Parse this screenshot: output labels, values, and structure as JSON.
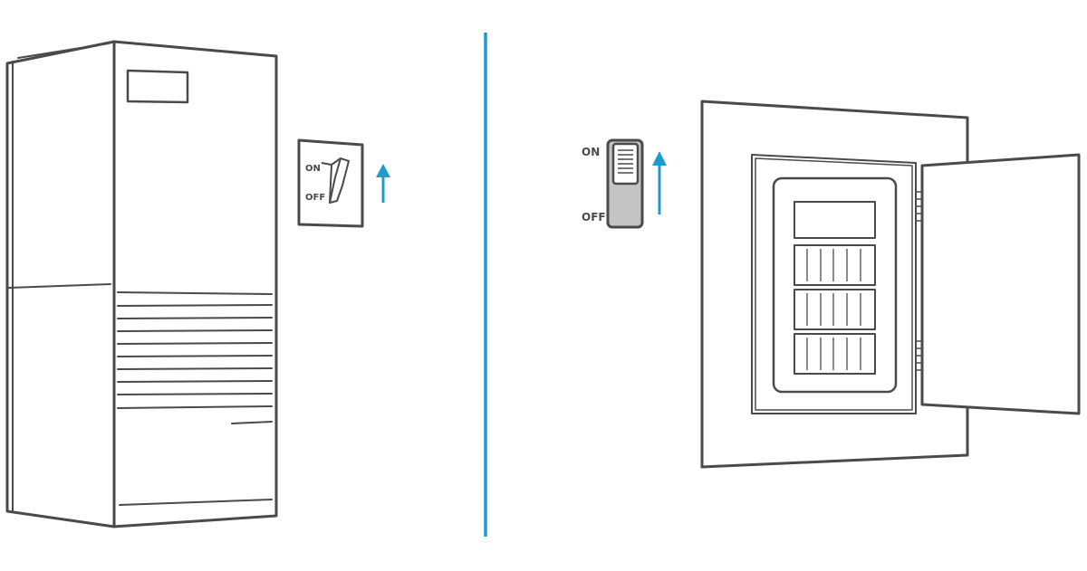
{
  "left_panel": {
    "switch": {
      "on_label": "ON",
      "off_label": "OFF"
    }
  },
  "right_panel": {
    "switch": {
      "on_label": "ON",
      "off_label": "OFF"
    }
  },
  "colors": {
    "line": "#4a4a4a",
    "accent": "#1f9bd0",
    "switch_fill": "#c4c4c4",
    "background": "#ffffff"
  },
  "icons": [
    "furnace-unit-icon",
    "wall-toggle-switch-icon",
    "rocker-switch-icon",
    "breaker-panel-icon",
    "up-arrow-icon",
    "divider-line"
  ]
}
